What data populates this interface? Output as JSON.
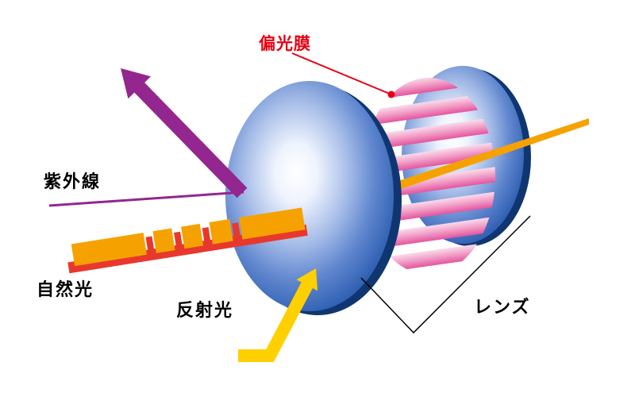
{
  "diagram": {
    "labels": {
      "polarizing_film": "偏光膜",
      "uv_ray": "紫外線",
      "natural_light": "自然光",
      "reflected_light": "反射光",
      "lens": "レンズ"
    },
    "colors": {
      "background": "#ffffff",
      "text_black": "#000000",
      "film_label_red": "#e60012",
      "uv_arrow_purple": "#93278f",
      "natural_light_orange": "#f5a200",
      "natural_light_red": "#e8382d",
      "reflected_light_yellow": "#ffd000",
      "lens_rim_blue": "#103672",
      "lens_face_blue": "#2a5cab",
      "film_pink_light": "#fadbeb",
      "film_pink_deep": "#e4559f",
      "leader_line_black": "#000000"
    }
  }
}
